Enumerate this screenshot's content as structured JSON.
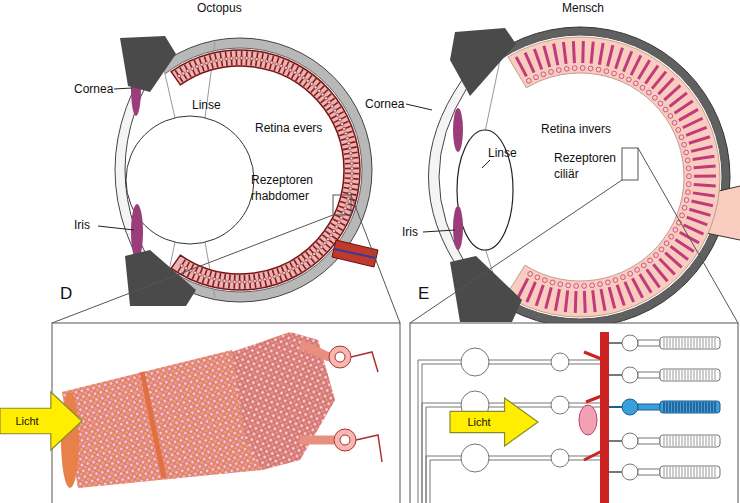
{
  "diagram": {
    "nodes": [
      {
        "text": [
          "Licht"
        ]
      },
      {
        "text": [
          "Licht"
        ]
      }
    ],
    "labels": [
      "Octopus",
      "Mensch",
      "Cornea",
      "Linse",
      "Retina evers",
      "Rezeptoren rhabdomer",
      "Iris",
      "D",
      "Cornea",
      "Linse",
      "Retina invers",
      "Rezeptoren ciliär",
      "Iris",
      "E"
    ]
  }
}
